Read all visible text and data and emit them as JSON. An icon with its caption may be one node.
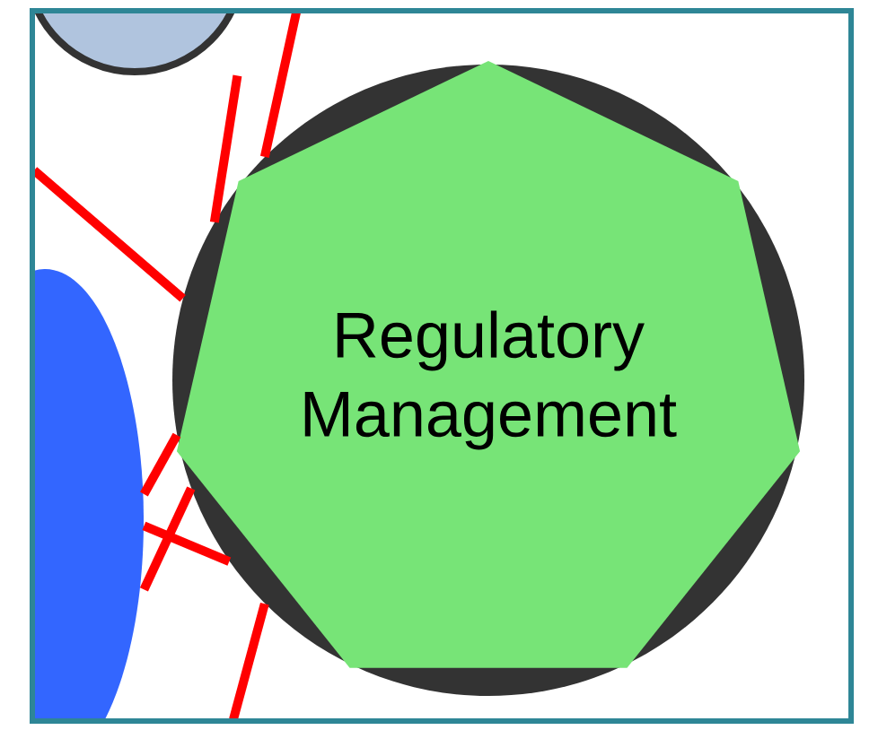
{
  "diagram": {
    "nodes": [
      {
        "text": [
          "Regulatory Management"
        ]
      },
      {
        "text": [],
        "shape": "circle"
      },
      {
        "text": [],
        "shape": "circle"
      }
    ],
    "edges": [
      {
        "from": 1,
        "to": 0,
        "arrow": "none"
      },
      {
        "from": 2,
        "to": 0,
        "arrow": "none"
      },
      {
        "from": 2,
        "to": 0,
        "arrow": "none"
      },
      {
        "from": null,
        "to": 0,
        "arrow": "none"
      },
      {
        "from": null,
        "to": 0,
        "arrow": "none"
      },
      {
        "from": null,
        "to": 0,
        "arrow": "none"
      },
      {
        "from": 2,
        "to": 0,
        "arrow": "none"
      }
    ]
  }
}
